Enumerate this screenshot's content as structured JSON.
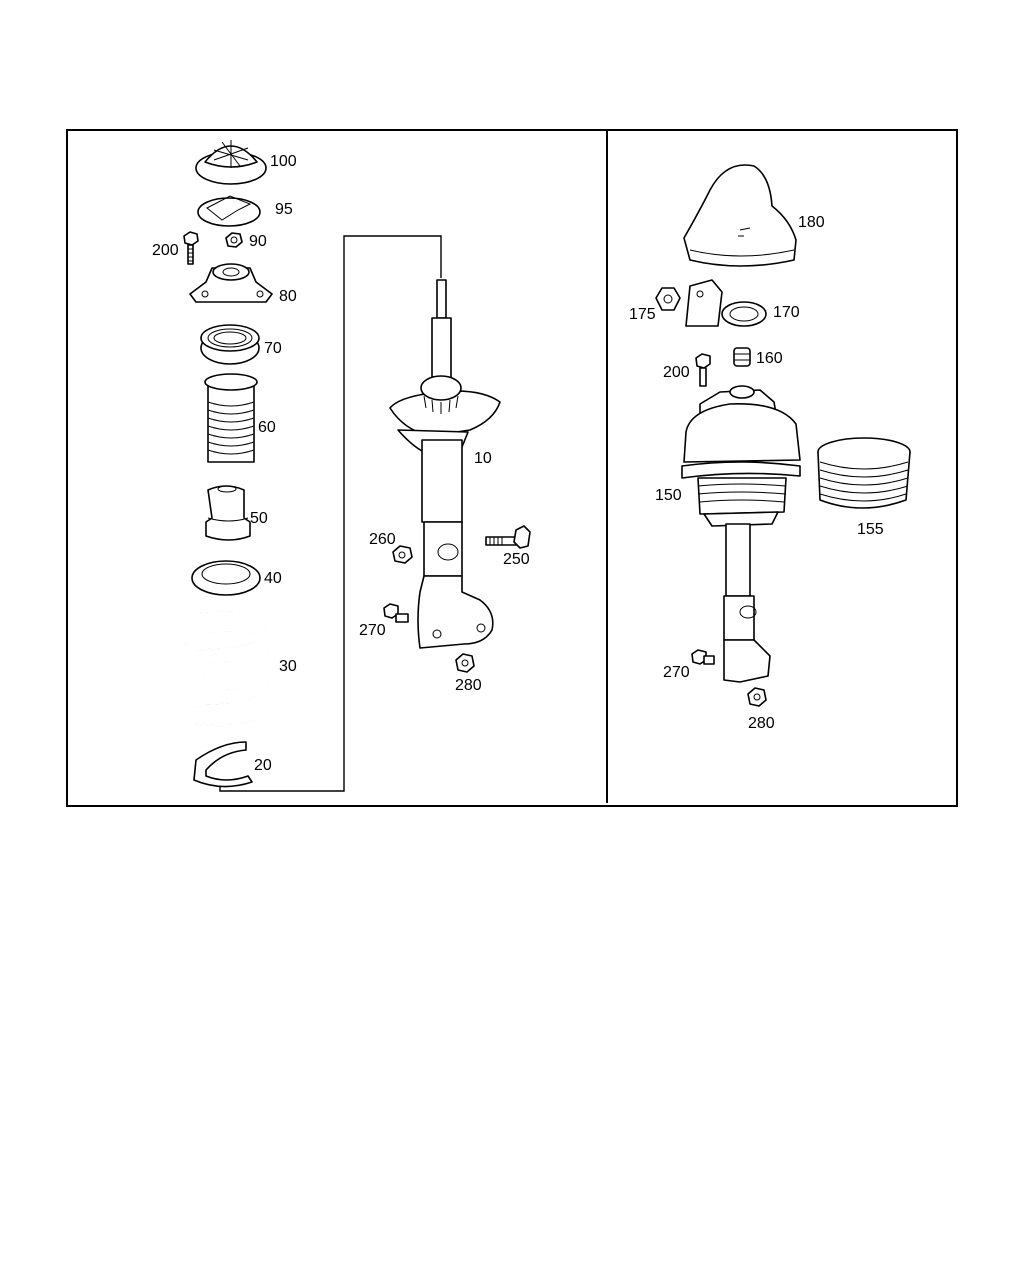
{
  "diagram": {
    "left_panel": {
      "parts": [
        {
          "id": "p100",
          "number": "100"
        },
        {
          "id": "p95",
          "number": "95"
        },
        {
          "id": "p90",
          "number": "90"
        },
        {
          "id": "p200",
          "number": "200"
        },
        {
          "id": "p80",
          "number": "80"
        },
        {
          "id": "p70",
          "number": "70"
        },
        {
          "id": "p60",
          "number": "60"
        },
        {
          "id": "p50",
          "number": "50"
        },
        {
          "id": "p40",
          "number": "40"
        },
        {
          "id": "p30",
          "number": "30"
        },
        {
          "id": "p20",
          "number": "20"
        },
        {
          "id": "p10",
          "number": "10"
        },
        {
          "id": "p260",
          "number": "260"
        },
        {
          "id": "p250",
          "number": "250"
        },
        {
          "id": "p270",
          "number": "270"
        },
        {
          "id": "p280",
          "number": "280"
        }
      ]
    },
    "right_panel": {
      "parts": [
        {
          "id": "p180",
          "number": "180"
        },
        {
          "id": "p175",
          "number": "175"
        },
        {
          "id": "p170",
          "number": "170"
        },
        {
          "id": "p200",
          "number": "200"
        },
        {
          "id": "p160",
          "number": "160"
        },
        {
          "id": "p150",
          "number": "150"
        },
        {
          "id": "p155",
          "number": "155"
        },
        {
          "id": "p270",
          "number": "270"
        },
        {
          "id": "p280",
          "number": "280"
        }
      ]
    }
  }
}
